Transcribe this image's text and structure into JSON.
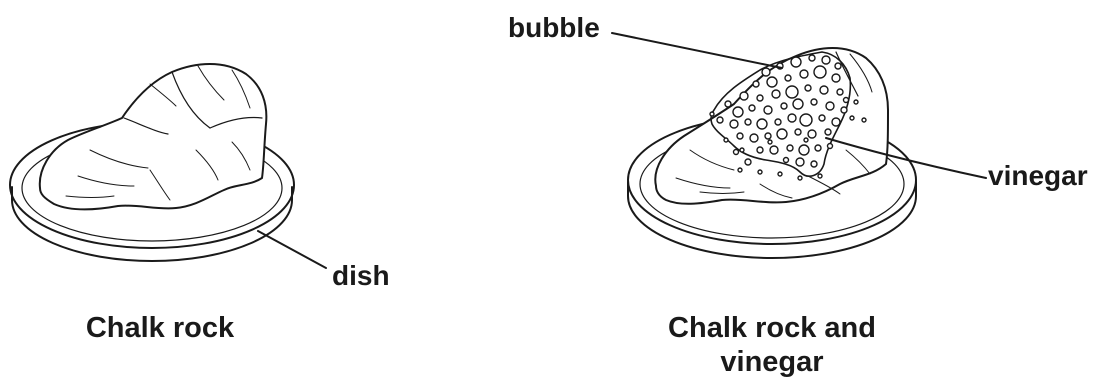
{
  "labels": {
    "bubble": "bubble",
    "vinegar": "vinegar",
    "dish": "dish"
  },
  "captions": {
    "left": "Chalk rock",
    "right_line1": "Chalk rock and",
    "right_line2": "vinegar"
  },
  "colors": {
    "ink": "#1a1a1a",
    "background": "#ffffff"
  }
}
